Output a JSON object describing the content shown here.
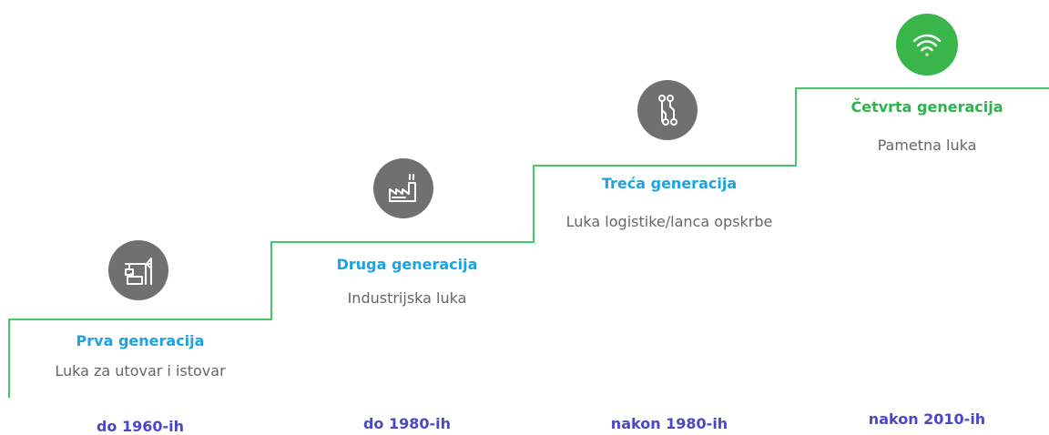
{
  "colors": {
    "step_line": "#44c767",
    "title_blue": "#1ba3e3",
    "title_green": "#2bb44a",
    "period_text": "#4a48c9",
    "icon_gray": "#707070",
    "icon_green": "#39b54a"
  },
  "generations": [
    {
      "title": "Prva generacija",
      "description": "Luka za utovar i istovar",
      "period": "do 1960-ih",
      "icon": "crane-icon"
    },
    {
      "title": "Druga generacija",
      "description": "Industrijska luka",
      "period": "do 1980-ih",
      "icon": "factory-icon"
    },
    {
      "title": "Treća generacija",
      "description": "Luka logistike/lanca opskrbe",
      "period": "nakon 1980-ih",
      "icon": "network-icon"
    },
    {
      "title": "Četvrta generacija",
      "description": "Pametna luka",
      "period": "nakon 2010-ih",
      "icon": "wifi-icon"
    }
  ]
}
